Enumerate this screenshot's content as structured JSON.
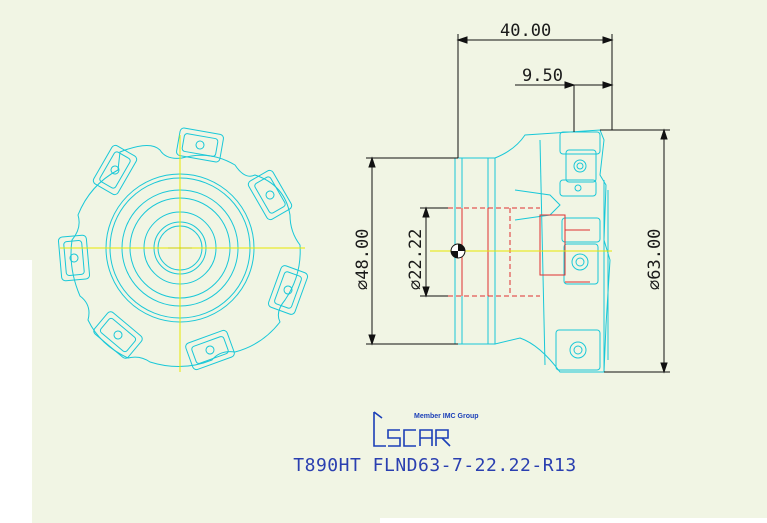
{
  "drawing": {
    "dimensions": {
      "length_total": "40.00",
      "length_step": "9.50",
      "dia_body": "⌀48.00",
      "dia_bore": "⌀22.22",
      "dia_cut": "⌀63.00"
    },
    "logo": {
      "tagline": "Member IMC Group",
      "brand": "ISCAR"
    },
    "part_number": "T890HT FLND63-7-22.22-R13"
  },
  "colors": {
    "background_panel": "#f1f5e4",
    "outline": "#19c8d8",
    "center_line": "#e8e800",
    "hidden_line": "#e03030",
    "dimension_line": "#111111",
    "logo_blue": "#1b3fb8"
  }
}
